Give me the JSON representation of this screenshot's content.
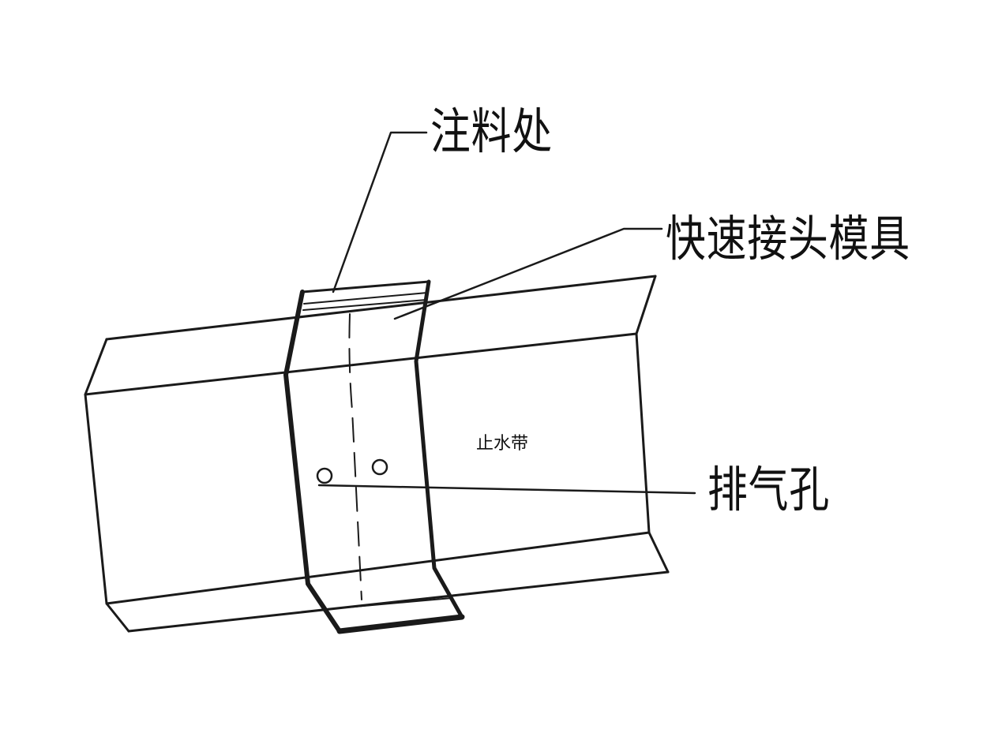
{
  "labels": {
    "pour_point": "注料处",
    "quick_joint_mold": "快速接头模具",
    "vent_hole": "排气孔",
    "waterstop": "止水带"
  }
}
